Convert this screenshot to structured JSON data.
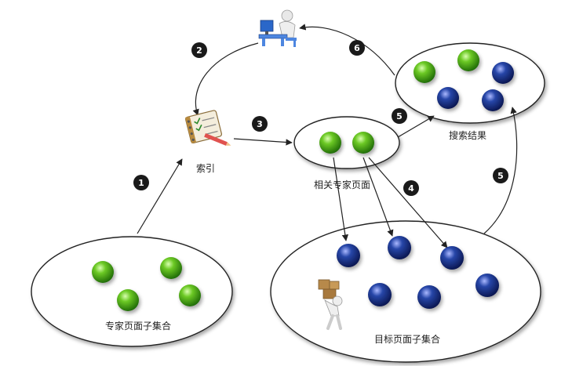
{
  "labels": {
    "index": "索引",
    "related_pages": "相关专家页面",
    "search_results": "搜索结果",
    "expert_subset": "专家页面子集合",
    "target_subset": "目标页面子集合"
  },
  "steps": {
    "s1": "1",
    "s2": "2",
    "s3": "3",
    "s4": "4",
    "s5a": "5",
    "s5b": "5",
    "s6": "6"
  },
  "colors": {
    "green_node": "#3fa512",
    "blue_node": "#1b3a8c",
    "ellipse_stroke": "#222222",
    "arrow": "#222222",
    "badge": "#1a1a1a"
  },
  "icons": {
    "index": "notebook-checklist-icon",
    "user": "person-at-computer-icon",
    "worker": "person-carrying-boxes-icon"
  }
}
